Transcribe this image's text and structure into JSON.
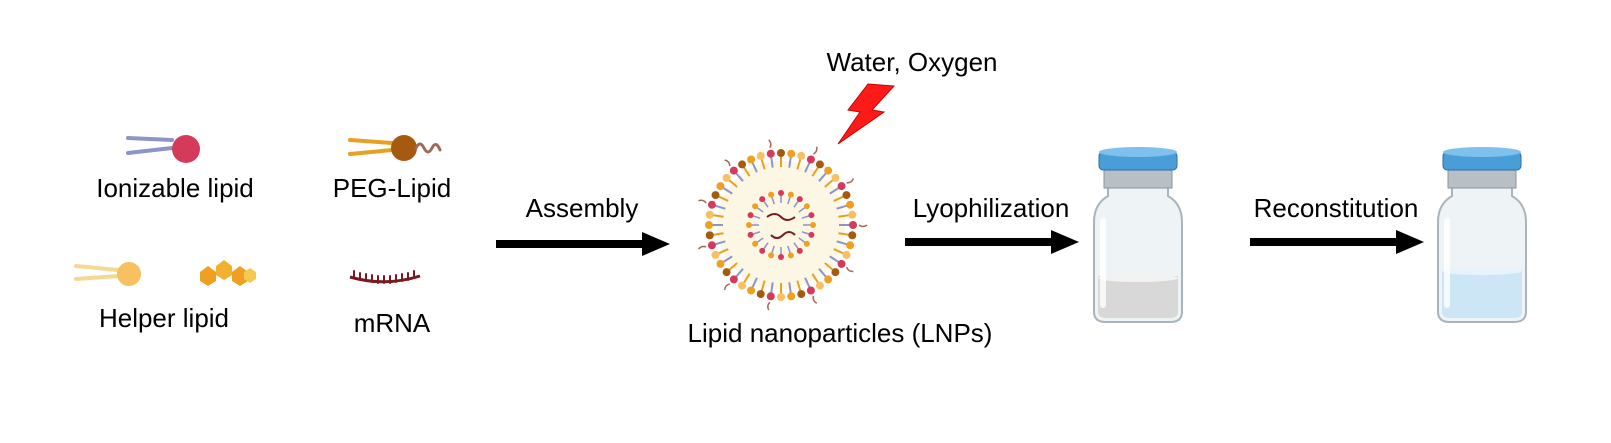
{
  "labels": {
    "ionizable_lipid": "Ionizable lipid",
    "peg_lipid": "PEG-Lipid",
    "helper_lipid": "Helper lipid",
    "mrna": "mRNA",
    "assembly": "Assembly",
    "lnp": "Lipid nanoparticles (LNPs)",
    "stress": "Water, Oxygen",
    "lyophilization": "Lyophilization",
    "reconstitution": "Reconstitution"
  },
  "colors": {
    "ionizable_head": "#d63a5a",
    "ionizable_tail": "#8c94c8",
    "peg_head": "#a65a10",
    "peg_tail": "#e8a020",
    "peg_chain": "#a06a5a",
    "helper_head": "#f7c060",
    "helper_tail": "#f7d890",
    "cholesterol": "#f0a020",
    "mrna": "#7a1a20",
    "lightning": "#ff1a1a",
    "arrow": "#000000",
    "vial_cap": "#4a9ed8",
    "powder": "#d8d8d8",
    "liquid": "#cce6f5"
  },
  "icons": [
    "ionizable-lipid-icon",
    "peg-lipid-icon",
    "helper-lipid-icon",
    "cholesterol-icon",
    "mrna-icon",
    "lnp-icon",
    "lightning-icon",
    "vial-lyophilized-icon",
    "vial-reconstituted-icon"
  ]
}
